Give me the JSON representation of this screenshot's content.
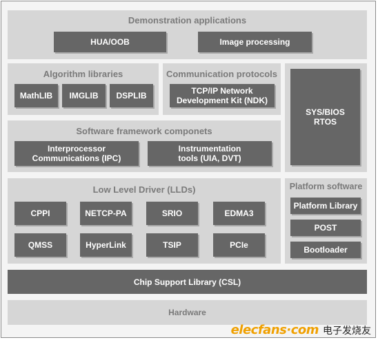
{
  "demo": {
    "title": "Demonstration applications",
    "items": [
      "HUA/OOB",
      "Image processing"
    ]
  },
  "algorithm": {
    "title": "Algorithm libraries",
    "items": [
      "MathLIB",
      "IMGLIB",
      "DSPLIB"
    ]
  },
  "communication": {
    "title": "Communication protocols",
    "ndk_line1": "TCP/IP Network",
    "ndk_line2": "Development Kit (NDK)"
  },
  "sysbios": {
    "line1": "SYS/BIOS",
    "line2": "RTOS"
  },
  "framework": {
    "title": "Software framework componets",
    "ipc_line1": "Interprocessor",
    "ipc_line2": "Communications (IPC)",
    "inst_line1": "Instrumentation",
    "inst_line2": "tools (UIA, DVT)"
  },
  "lld": {
    "title": "Low Level Driver (LLDs)",
    "row1": [
      "CPPI",
      "NETCP-PA",
      "SRIO",
      "EDMA3"
    ],
    "row2": [
      "QMSS",
      "HyperLink",
      "TSIP",
      "PCIe"
    ]
  },
  "platform": {
    "title": "Platform software",
    "items": [
      "Platform Library",
      "POST",
      "Bootloader"
    ]
  },
  "csl": {
    "label": "Chip Support Library (CSL)"
  },
  "hardware": {
    "label": "Hardware"
  },
  "watermark": {
    "en": "elecfans·com",
    "cn": "电子发烧友"
  },
  "colors": {
    "panel": "#d6d6d6",
    "box": "#666666",
    "title_text": "#7a7a7a",
    "csl_bar": "#666666",
    "hardware_bar": "#d6d6d6",
    "watermark_orange": "#f0a000"
  }
}
